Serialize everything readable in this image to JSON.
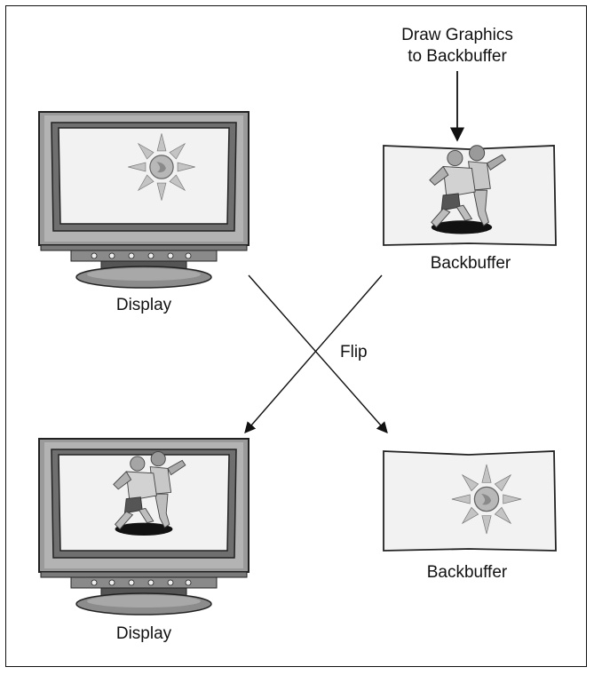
{
  "caption": {
    "line1": "Draw Graphics",
    "line2": "to Backbuffer"
  },
  "labels": {
    "display_top": "Display",
    "backbuffer_top": "Backbuffer",
    "flip": "Flip",
    "display_bottom": "Display",
    "backbuffer_bottom": "Backbuffer"
  },
  "icons": {
    "monitor": "monitor-icon",
    "sun": "sun-icon",
    "figures": "football-players-icon"
  },
  "colors": {
    "line": "#111111",
    "screen_fill": "#f2f2f2",
    "monitor_body": "#9a9a9a",
    "monitor_dark": "#555555",
    "sun": "#bdbdbd"
  }
}
